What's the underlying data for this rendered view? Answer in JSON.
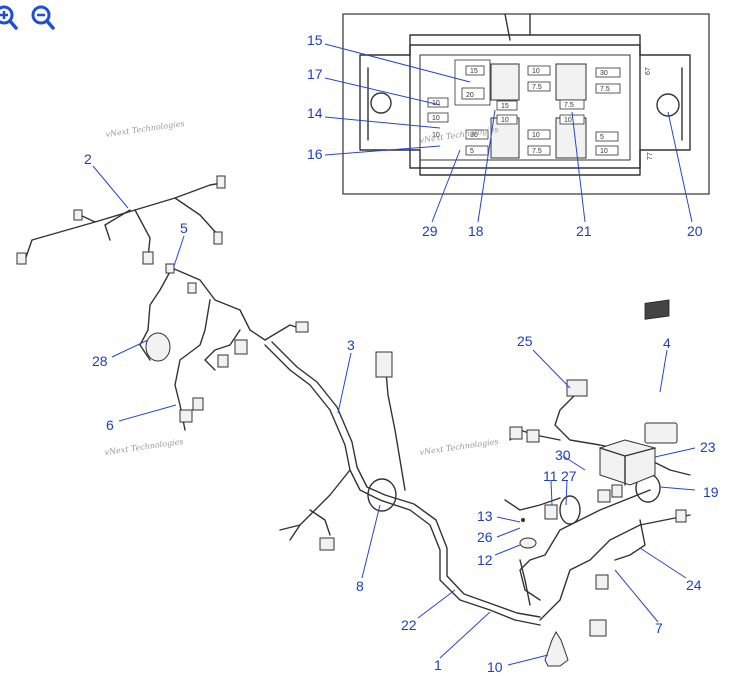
{
  "toolbar": {
    "zoom_in_icon": "zoom-in-icon",
    "zoom_out_icon": "zoom-out-icon",
    "icon_color": "#1f4fd6"
  },
  "diagram": {
    "callout_color": "#1f3fbf",
    "watermark": "vNext Technologies",
    "callouts": {
      "c1": "1",
      "c2": "2",
      "c3": "3",
      "c4": "4",
      "c5": "5",
      "c6": "6",
      "c7": "7",
      "c8": "8",
      "c10": "10",
      "c11": "11",
      "c12": "12",
      "c13": "13",
      "c14": "14",
      "c15": "15",
      "c16": "16",
      "c17": "17",
      "c18": "18",
      "c19": "19",
      "c20": "20",
      "c21": "21",
      "c22": "22",
      "c23": "23",
      "c24": "24",
      "c25": "25",
      "c26": "26",
      "c27": "27",
      "c28": "28",
      "c29": "29",
      "c30": "30"
    },
    "fuse_labels": {
      "f1": "15",
      "f2": "20",
      "f3": "10",
      "f4": "7.5",
      "f5": "30",
      "f6": "7.5",
      "f7": "10",
      "f8": "10",
      "f9": "15",
      "f10": "10",
      "f11": "7.5",
      "f12": "10",
      "f13": "30",
      "f14": "10",
      "f15": "5",
      "f16": "10",
      "f17": "7.5",
      "f18": "5",
      "f19": "10",
      "f20": "67",
      "f21": "77"
    }
  }
}
